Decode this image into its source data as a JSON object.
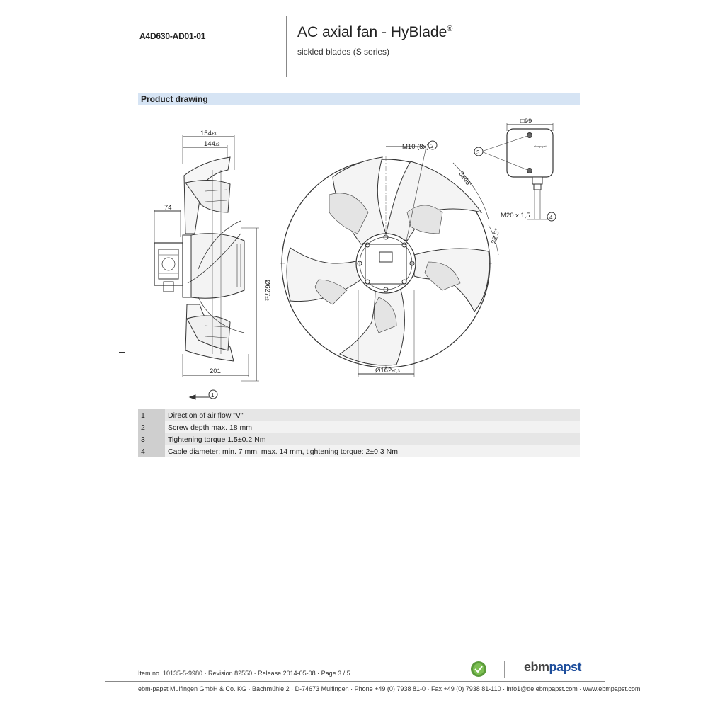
{
  "header": {
    "part_number": "A4D630-AD01-01",
    "title": "AC axial fan - HyBlade",
    "title_reg": "®",
    "subtitle": "sickled blades (S series)"
  },
  "section": {
    "label": "Product drawing"
  },
  "drawing": {
    "side_view": {
      "dim_top_outer": "154",
      "dim_top_outer_tol": "±3",
      "dim_top_inner": "144",
      "dim_top_inner_tol": "±2",
      "dim_left": "74",
      "dim_diameter": "Ø627",
      "dim_diameter_tol": "±2",
      "dim_bottom": "201",
      "airflow_callout": "1"
    },
    "front_view": {
      "thread": "M10 (8x)",
      "thread_callout": "2",
      "angle_pattern": "8x45°",
      "angle": "22,5°",
      "hub_diameter": "Ø162",
      "hub_diameter_tol": "±0,3"
    },
    "terminal_box": {
      "size": "□99",
      "screw_callout": "3",
      "gland": "M20 x 1,5",
      "gland_callout": "4",
      "logo_text": "ebmpapst"
    }
  },
  "notes": [
    {
      "num": "1",
      "text": "Direction of air flow \"V\""
    },
    {
      "num": "2",
      "text": "Screw depth max. 18 mm"
    },
    {
      "num": "3",
      "text": "Tightening torque 1.5±0.2 Nm"
    },
    {
      "num": "4",
      "text": "Cable diameter: min. 7 mm, max. 14 mm, tightening torque: 2±0.3 Nm"
    }
  ],
  "footer": {
    "item_line": "Item no. 10135-5-9980 · Revision 82550 · Release 2014-05-08 · Page 3 / 5",
    "company_line": "ebm-papst Mulfingen GmbH & Co. KG · Bachmühle 2 · D-74673 Mulfingen · Phone +49 (0) 7938 81-0 · Fax +49 (0) 7938 81-110 · info1@de.ebmpapst.com · www.ebmpapst.com",
    "brand_part1": "ebm",
    "brand_part2": "papst"
  }
}
